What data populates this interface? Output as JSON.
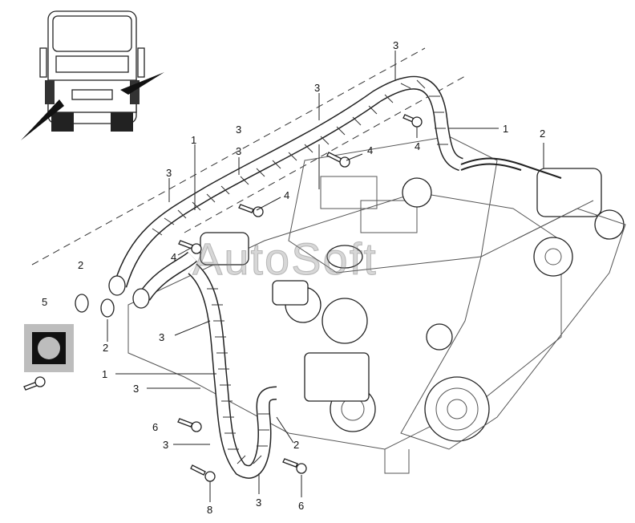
{
  "watermark": "AutoSoft",
  "callouts": [
    {
      "id": "c3-top",
      "label": "3"
    },
    {
      "id": "c3-b",
      "label": "3"
    },
    {
      "id": "c1-right",
      "label": "1"
    },
    {
      "id": "c3-c",
      "label": "3"
    },
    {
      "id": "c2-right",
      "label": "2"
    },
    {
      "id": "c4-a",
      "label": "4"
    },
    {
      "id": "c1-left",
      "label": "1"
    },
    {
      "id": "c3-d",
      "label": "3"
    },
    {
      "id": "c4-b",
      "label": "4"
    },
    {
      "id": "c3-e",
      "label": "3"
    },
    {
      "id": "c4-c",
      "label": "4"
    },
    {
      "id": "c4-d",
      "label": "4"
    },
    {
      "id": "c2-left",
      "label": "2"
    },
    {
      "id": "c5",
      "label": "5"
    },
    {
      "id": "c3-f",
      "label": "3"
    },
    {
      "id": "c2-clamp",
      "label": "2"
    },
    {
      "id": "c1-mid",
      "label": "1"
    },
    {
      "id": "c3-g",
      "label": "3"
    },
    {
      "id": "c6-left",
      "label": "6"
    },
    {
      "id": "c3-h",
      "label": "3"
    },
    {
      "id": "c2-bottom",
      "label": "2"
    },
    {
      "id": "c8",
      "label": "8"
    },
    {
      "id": "c3-bottom",
      "label": "3"
    },
    {
      "id": "c6-bottom",
      "label": "6"
    }
  ],
  "colors": {
    "line": "#222222",
    "background": "#ffffff",
    "watermark": "#8c8c8c"
  }
}
